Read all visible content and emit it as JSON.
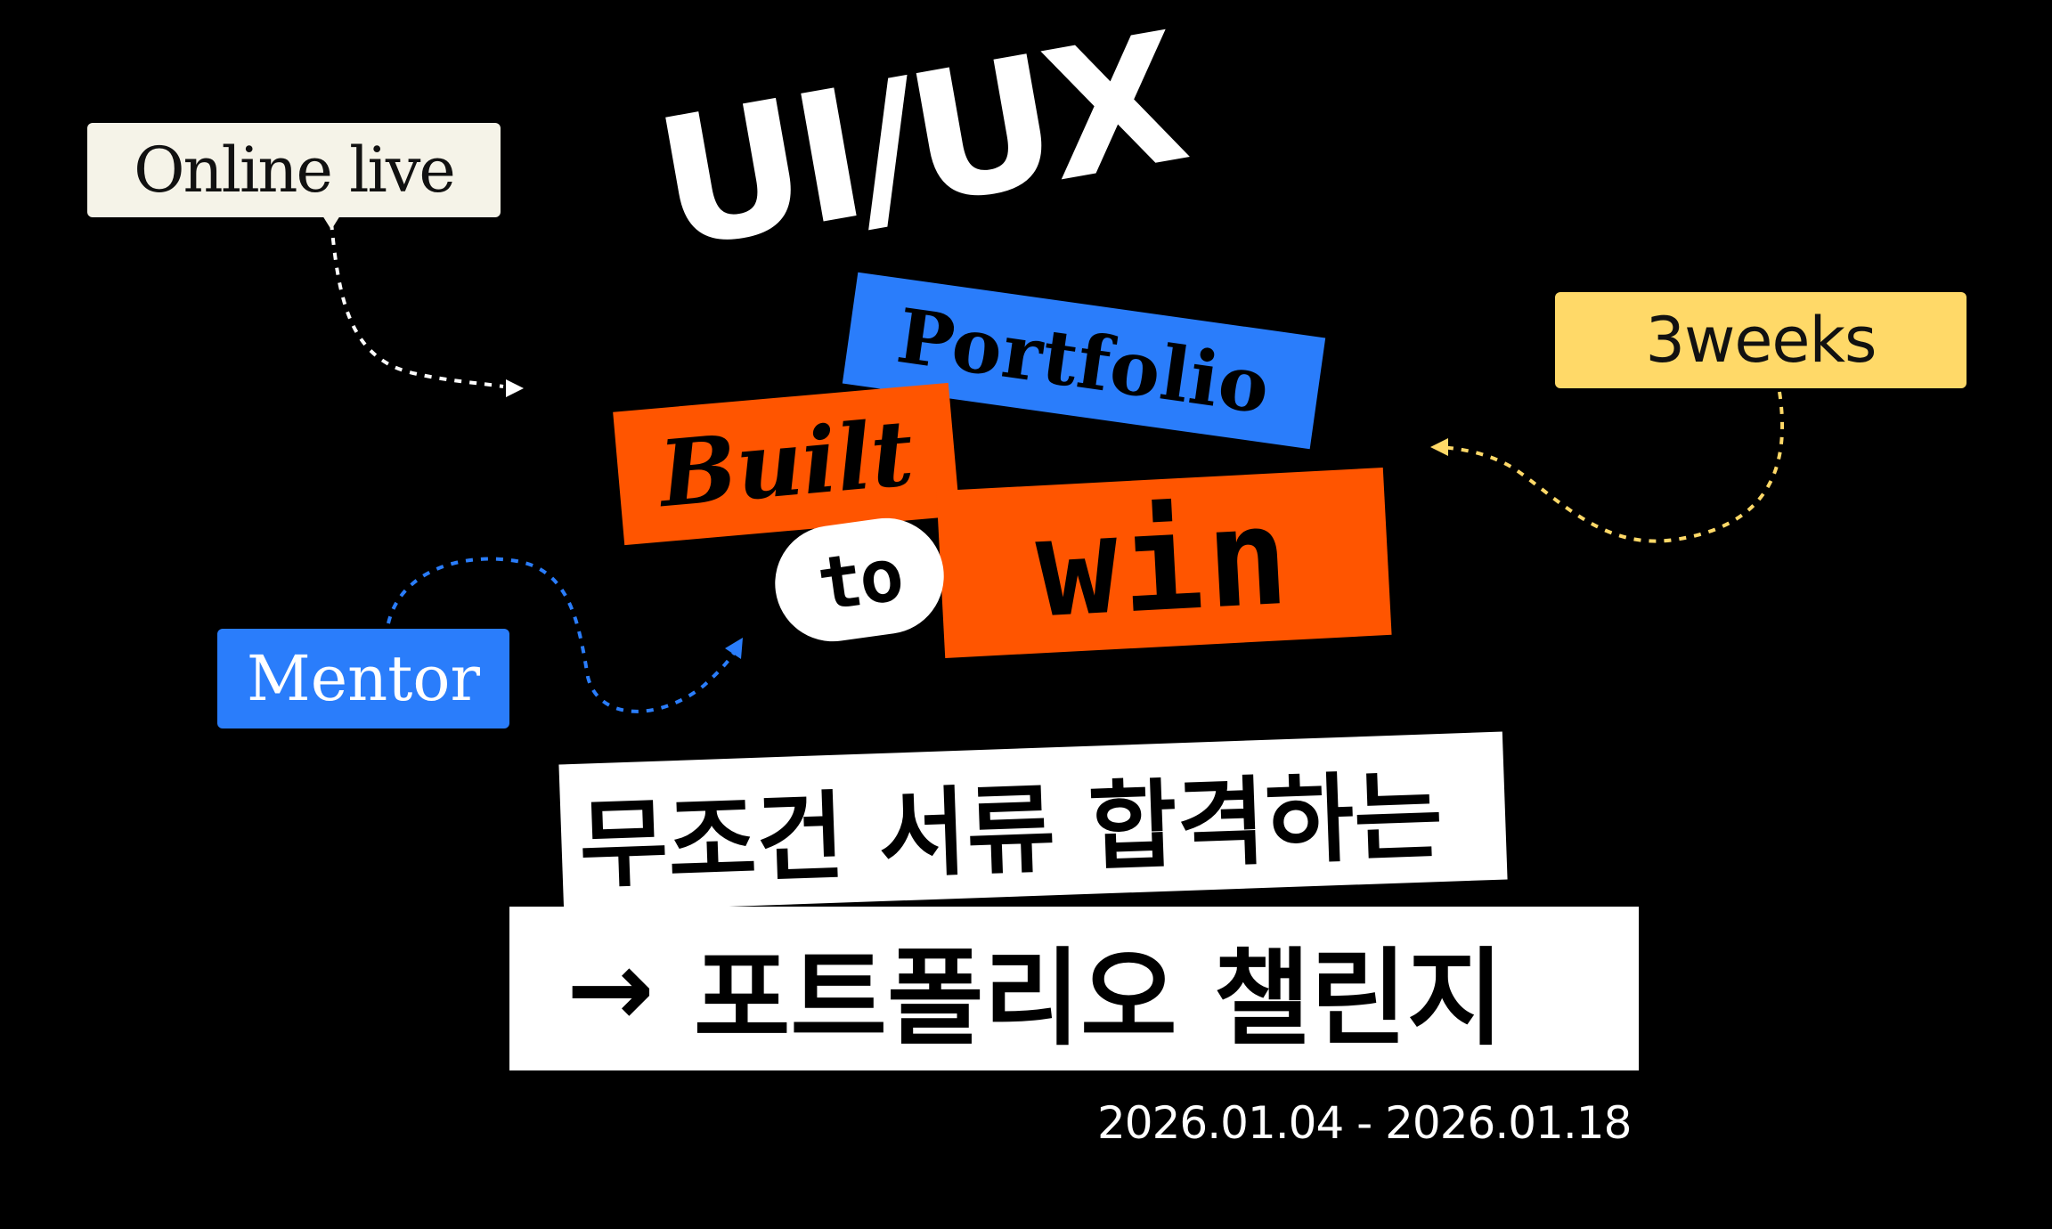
{
  "headline": {
    "uiux": "UI/UX",
    "portfolio": "Portfolio",
    "built": "Built",
    "to": "to",
    "win": "win"
  },
  "tags": {
    "online": "Online live",
    "weeks": "3weeks",
    "mentor": "Mentor"
  },
  "korean": {
    "line1": "무조건 서류 합격하는",
    "arrow": "→",
    "line2": "포트폴리오 챌린지"
  },
  "date": "2026.01.04 - 2026.01.18",
  "colors": {
    "background": "#000000",
    "blue": "#2a7dfb",
    "orange": "#ff5500",
    "yellow": "#ffd968",
    "cream": "#f5f3e8"
  }
}
